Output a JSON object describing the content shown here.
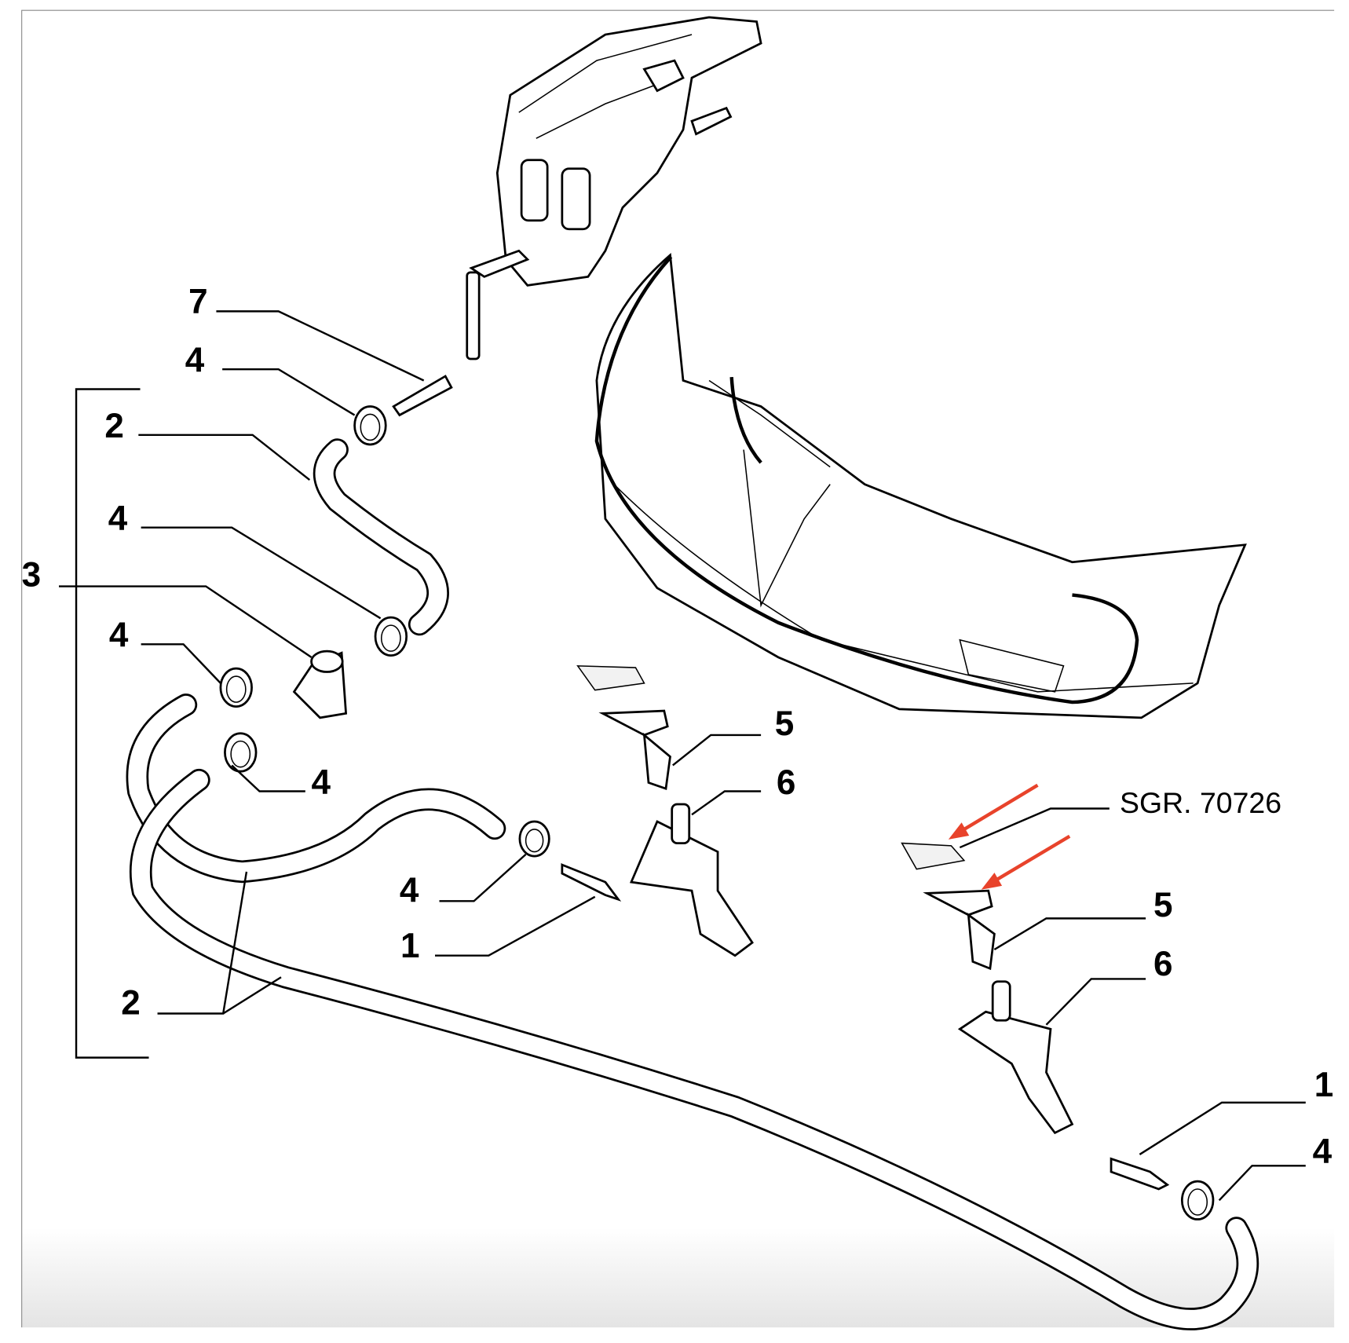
{
  "diagram": {
    "reference": "SGR. 70726",
    "accent_color": "#e8432b",
    "callouts": [
      "7",
      "4",
      "2",
      "4",
      "3",
      "4",
      "4",
      "5",
      "6",
      "4",
      "1",
      "2",
      "5",
      "6",
      "1",
      "4"
    ]
  }
}
